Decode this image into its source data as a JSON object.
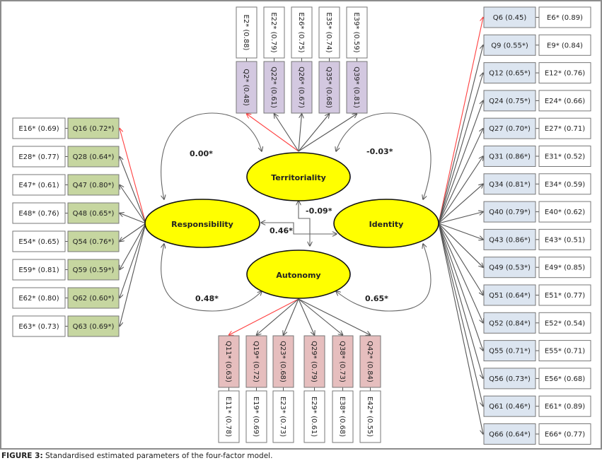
{
  "caption": {
    "label": "FIGURE 3:",
    "text": " Standardised estimated parameters of the four-factor model."
  },
  "colors": {
    "factor_fill": "#ffff00",
    "responsibility_item_fill": "#c6d6a0",
    "territoriality_item_fill": "#d3c8e0",
    "autonomy_item_fill": "#e6bebe",
    "identity_item_fill": "#dce5f0",
    "error_fill": "#ffffff",
    "fixed_loading_arrow": "#ff4040",
    "arrow": "#555555"
  },
  "factors": {
    "responsibility": "Responsibility",
    "territoriality": "Territoriality",
    "identity": "Identity",
    "autonomy": "Autonomy"
  },
  "correlations": {
    "responsibility_territoriality": "0.00*",
    "territoriality_identity": "-0.03*",
    "territoriality_autonomy": "-0.09*",
    "responsibility_identity": "0.46*",
    "responsibility_autonomy": "0.48*",
    "autonomy_identity": "0.65*"
  },
  "responsibility_items": [
    {
      "item": "Q16 (0.72*)",
      "error": "E16* (0.69)",
      "fixed": true
    },
    {
      "item": "Q28 (0.64*)",
      "error": "E28* (0.77)",
      "fixed": false
    },
    {
      "item": "Q47 (0.80*)",
      "error": "E47* (0.61)",
      "fixed": false
    },
    {
      "item": "Q48 (0.65*)",
      "error": "E48* (0.76)",
      "fixed": false
    },
    {
      "item": "Q54 (0.76*)",
      "error": "E54* (0.65)",
      "fixed": false
    },
    {
      "item": "Q59 (0.59*)",
      "error": "E59* (0.81)",
      "fixed": false
    },
    {
      "item": "Q62 (0.60*)",
      "error": "E62* (0.80)",
      "fixed": false
    },
    {
      "item": "Q63 (0.69*)",
      "error": "E63* (0.73)",
      "fixed": false
    }
  ],
  "territoriality_items": [
    {
      "item": "Q2* (0.48)",
      "error": "E2* (0.88)",
      "fixed": true
    },
    {
      "item": "Q22* (0.61)",
      "error": "E22* (0.79)",
      "fixed": false
    },
    {
      "item": "Q26* (0.67)",
      "error": "E26* (0.75)",
      "fixed": false
    },
    {
      "item": "Q35* (0.68)",
      "error": "E35* (0.74)",
      "fixed": false
    },
    {
      "item": "Q39* (0.81)",
      "error": "E39* (0.59)",
      "fixed": false
    }
  ],
  "autonomy_items": [
    {
      "item": "Q11* (0.63)",
      "error": "E11* (0.78)",
      "fixed": true
    },
    {
      "item": "Q19* (0.72)",
      "error": "E19* (0.69)",
      "fixed": false
    },
    {
      "item": "Q23* (0.68)",
      "error": "E23* (0.73)",
      "fixed": false
    },
    {
      "item": "Q29* (0.79)",
      "error": "E29* (0.61)",
      "fixed": false
    },
    {
      "item": "Q38* (0.73)",
      "error": "E38* (0.68)",
      "fixed": false
    },
    {
      "item": "Q42* (0.84)",
      "error": "E42* (0.55)",
      "fixed": false
    }
  ],
  "identity_items": [
    {
      "item": "Q6 (0.45)",
      "error": "E6* (0.89)",
      "fixed": true
    },
    {
      "item": "Q9 (0.55*)",
      "error": "E9* (0.84)",
      "fixed": false
    },
    {
      "item": "Q12 (0.65*)",
      "error": "E12* (0.76)",
      "fixed": false
    },
    {
      "item": "Q24 (0.75*)",
      "error": "E24* (0.66)",
      "fixed": false
    },
    {
      "item": "Q27 (0.70*)",
      "error": "E27* (0.71)",
      "fixed": false
    },
    {
      "item": "Q31 (0.86*)",
      "error": "E31* (0.52)",
      "fixed": false
    },
    {
      "item": "Q34 (0.81*)",
      "error": "E34* (0.59)",
      "fixed": false
    },
    {
      "item": "Q40 (0.79*)",
      "error": "E40* (0.62)",
      "fixed": false
    },
    {
      "item": "Q43 (0.86*)",
      "error": "E43* (0.51)",
      "fixed": false
    },
    {
      "item": "Q49 (0.53*)",
      "error": "E49* (0.85)",
      "fixed": false
    },
    {
      "item": "Q51 (0.64*)",
      "error": "E51* (0.77)",
      "fixed": false
    },
    {
      "item": "Q52 (0.84*)",
      "error": "E52* (0.54)",
      "fixed": false
    },
    {
      "item": "Q55 (0.71*)",
      "error": "E55* (0.71)",
      "fixed": false
    },
    {
      "item": "Q56 (0.73*)",
      "error": "E56* (0.68)",
      "fixed": false
    },
    {
      "item": "Q61 (0.46*)",
      "error": "E61* (0.89)",
      "fixed": false
    },
    {
      "item": "Q66 (0.64*)",
      "error": "E66* (0.77)",
      "fixed": false
    }
  ]
}
